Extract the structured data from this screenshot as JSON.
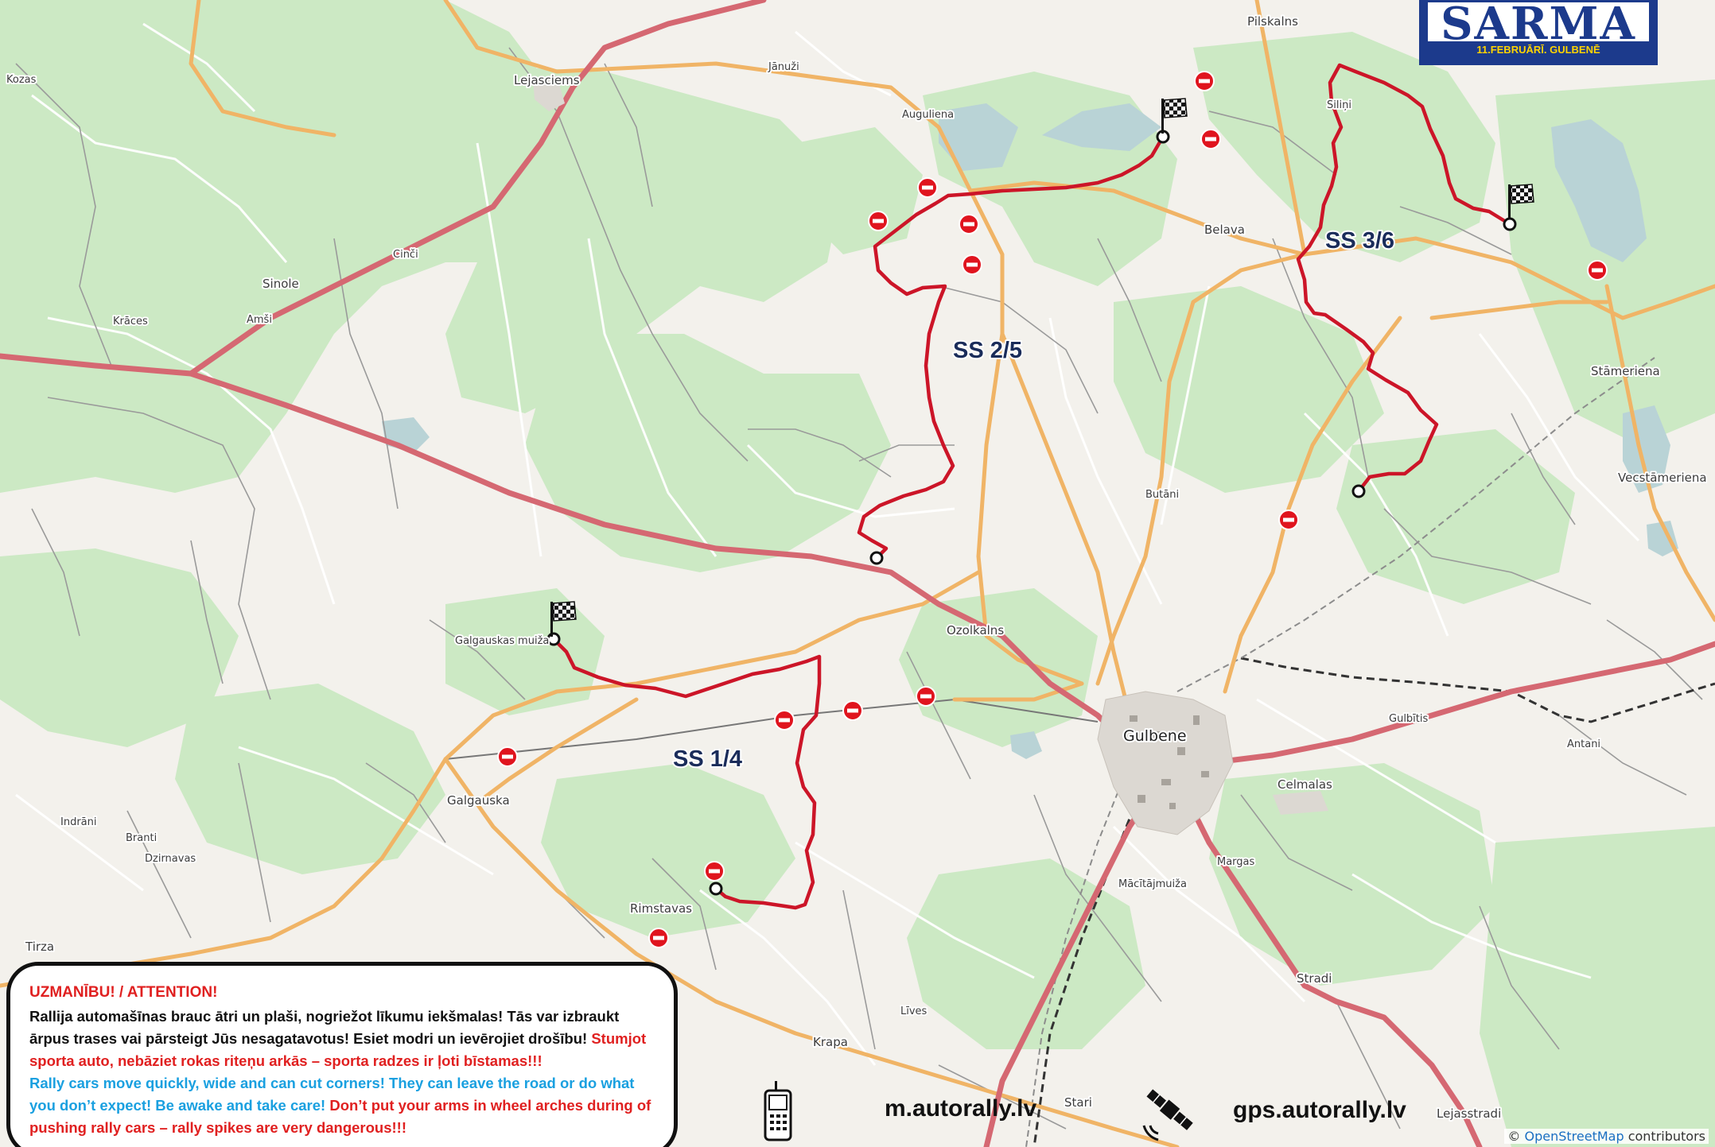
{
  "logo": {
    "title": "SARMA",
    "subtitle": "11.FEBRUĀRĪ. GULBENĒ"
  },
  "places": [
    {
      "id": "pilskalns",
      "name": "Pilskalns"
    },
    {
      "id": "janusi",
      "name": "Jānuži"
    },
    {
      "id": "kozas",
      "name": "Kozas"
    },
    {
      "id": "lejasciems",
      "name": "Lejasciems"
    },
    {
      "id": "auguliena",
      "name": "Auguliena"
    },
    {
      "id": "silis",
      "name": "Siliņi"
    },
    {
      "id": "belava",
      "name": "Belava"
    },
    {
      "id": "cinci",
      "name": "Cinči"
    },
    {
      "id": "sinole",
      "name": "Sinole"
    },
    {
      "id": "kraces",
      "name": "Krāces"
    },
    {
      "id": "amsi",
      "name": "Amši"
    },
    {
      "id": "stameriena",
      "name": "Stāmeriena"
    },
    {
      "id": "vecstameriena",
      "name": "Vecstāmeriena"
    },
    {
      "id": "butani",
      "name": "Butāni"
    },
    {
      "id": "galgauskas_muiza",
      "name": "Galgauskas muiža"
    },
    {
      "id": "ozolkalns",
      "name": "Ozolkalns"
    },
    {
      "id": "gulbitis",
      "name": "Gulbītis"
    },
    {
      "id": "antani",
      "name": "Antani"
    },
    {
      "id": "gulbene",
      "name": "Gulbene"
    },
    {
      "id": "celmalas",
      "name": "Celmalas"
    },
    {
      "id": "galgauska",
      "name": "Galgauska"
    },
    {
      "id": "indrani",
      "name": "Indrāni"
    },
    {
      "id": "branti",
      "name": "Branti"
    },
    {
      "id": "dzirnavas",
      "name": "Dzirnavas"
    },
    {
      "id": "margas",
      "name": "Margas"
    },
    {
      "id": "macitajmuiza",
      "name": "Mācītājmuiža"
    },
    {
      "id": "rimstavas",
      "name": "Rimstavas"
    },
    {
      "id": "tirza",
      "name": "Tirza"
    },
    {
      "id": "stradi",
      "name": "Stradi"
    },
    {
      "id": "lives",
      "name": "Līves"
    },
    {
      "id": "krapa",
      "name": "Krapa"
    },
    {
      "id": "stari",
      "name": "Stari"
    },
    {
      "id": "lejasstradi",
      "name": "Lejasstradi"
    }
  ],
  "stages": [
    {
      "id": "ss14",
      "label": "SS 1/4"
    },
    {
      "id": "ss25",
      "label": "SS 2/5"
    },
    {
      "id": "ss36",
      "label": "SS 3/6"
    }
  ],
  "notice": {
    "title": "UZMANĪBU! / ATTENTION!",
    "lv_black": "Rallija automašīnas brauc ātri un plaši, nogriežot līkumu iekšmalas! Tās var izbraukt ārpus trases vai pārsteigt Jūs nesagatavotus! Esiet modri un ievērojiet drošību! ",
    "lv_red": "Stumjot sporta auto, nebāziet rokas riteņu arkās – sporta radzes ir ļoti bīstamas!!!",
    "en_cyan": "Rally cars move quickly, wide and can cut corners! They can leave the road or do what you don’t expect! Be awake and take care! ",
    "en_red": "Don’t put your arms in wheel arches during of pushing rally cars – rally spikes are very dangerous!!!"
  },
  "links": {
    "mobile": "m.autorally.lv",
    "gps": "gps.autorally.lv"
  },
  "credit": {
    "prefix": "© ",
    "link": "OpenStreetMap",
    "suffix": " contributors"
  },
  "colors": {
    "stage_route": "#d0142a",
    "main_road": "#d06570",
    "secondary_road": "#f0b060",
    "forest": "#c8e8c0",
    "water": "#b8d4d8",
    "brand": "#1c3a8c"
  },
  "icons": {
    "start": "circle-start-icon",
    "finish": "checkered-flag-icon",
    "closure": "no-entry-icon",
    "phone": "mobile-phone-icon",
    "satellite": "satellite-icon"
  }
}
